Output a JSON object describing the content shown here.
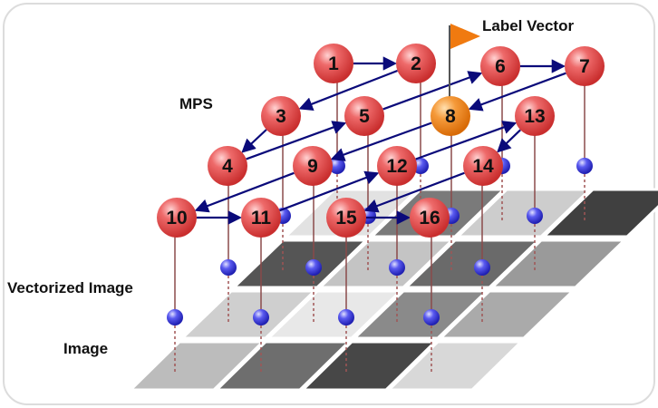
{
  "labels": {
    "label_vector": "Label Vector",
    "mps": "MPS",
    "vectorized_image": "Vectorized Image",
    "image": "Image"
  },
  "nodes": [
    "1",
    "2",
    "3",
    "4",
    "5",
    "6",
    "7",
    "8",
    "9",
    "10",
    "11",
    "12",
    "13",
    "14",
    "15",
    "16"
  ],
  "label_node": "8",
  "colors": {
    "node": "#e24a4a",
    "label_node": "#f07a10",
    "flag": "#f07a10",
    "arrow": "#0a0a7a",
    "ball": "#3b3bd6"
  },
  "icons": {
    "flag": "flag-icon"
  }
}
